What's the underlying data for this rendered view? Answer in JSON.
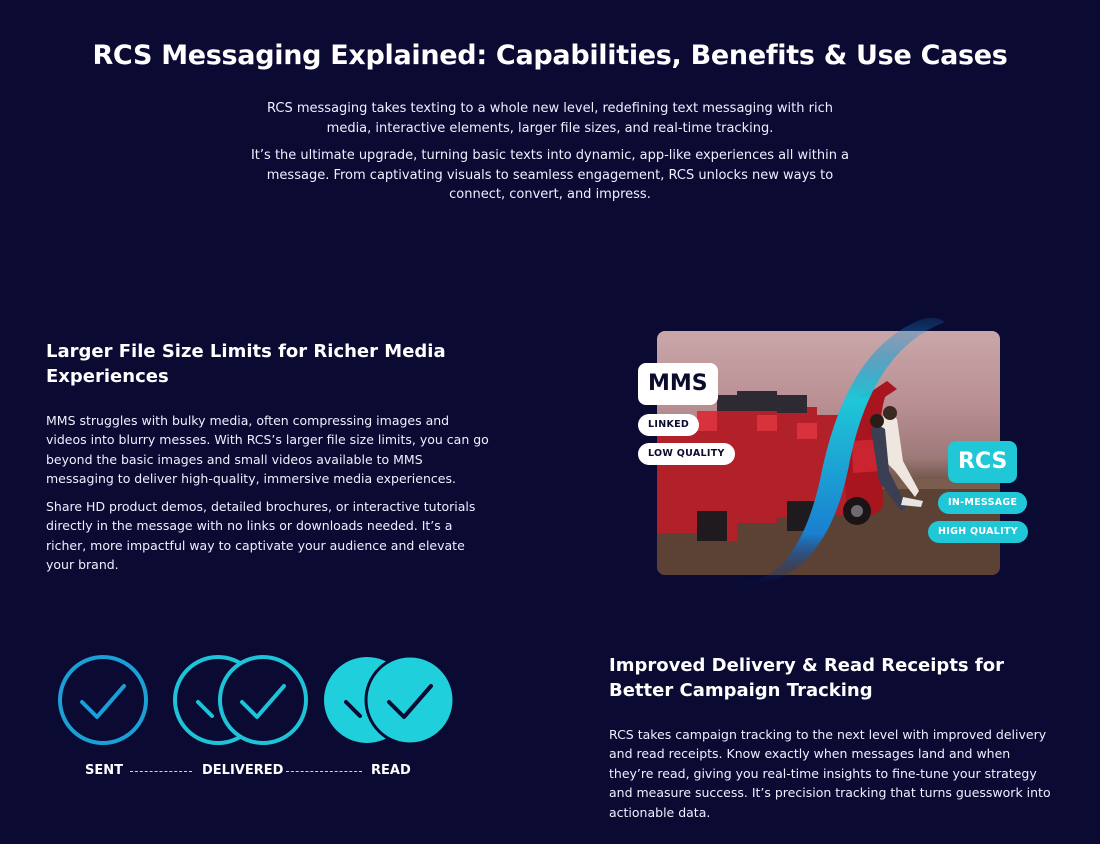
{
  "hero": {
    "title": "RCS Messaging Explained: Capabilities, Benefits & Use Cases",
    "paragraph1": "RCS messaging takes texting to a whole new level, redefining text messaging with rich media, interactive elements, larger file sizes, and real-time tracking.",
    "paragraph2": "It’s the ultimate upgrade, turning basic texts into dynamic, app-like experiences all within a message. From captivating visuals to seamless engagement, RCS unlocks new ways to connect, convert, and impress."
  },
  "file_size_section": {
    "title": "Larger File Size Limits for Richer Media Experiences",
    "paragraph1": "MMS struggles with bulky media, often compressing images and videos into blurry messes. With RCS’s larger file size limits, you can go beyond the basic images and small videos available to MMS messaging to deliver high-quality, immersive media experiences.",
    "paragraph2": "Share HD product demos, detailed brochures, or interactive tutorials directly in the message with no links or downloads needed. It’s a richer, more impactful way to captivate your audience and elevate your brand."
  },
  "media_compare": {
    "mms_label": "MMS",
    "mms_tags": [
      "LINKED",
      "LOW QUALITY"
    ],
    "rcs_label": "RCS",
    "rcs_tags": [
      "IN-MESSAGE",
      "HIGH QUALITY"
    ],
    "accent_color": "#1fc7d7"
  },
  "receipts_section": {
    "title": "Improved Delivery & Read Receipts for Better Campaign Tracking",
    "paragraph": "RCS takes campaign tracking to the next level with improved delivery and read receipts. Know exactly when messages land and when they’re read, giving you real-time insights to fine-tune your strategy and measure success. It’s precision tracking that turns guesswork into actionable data."
  },
  "status": {
    "sent": "SENT",
    "delivered": "DELIVERED",
    "read": "READ",
    "sent_color": "#1a9fd6",
    "delivered_color": "#1fc3d8",
    "read_color": "#1fcfdc"
  },
  "colors": {
    "background": "#0a0a33",
    "text": "#ffffff"
  }
}
